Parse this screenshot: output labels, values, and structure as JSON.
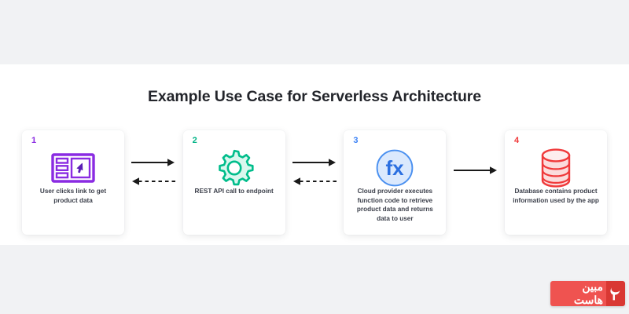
{
  "page": {
    "background_top": "#f1f2f4",
    "background_canvas": "#ffffff",
    "background_bottom": "#f1f2f4"
  },
  "title": "Example Use Case for Serverless Architecture",
  "steps": [
    {
      "number": "1",
      "icon": "browser-window-cursor-icon",
      "color": "#8a2be2",
      "text": "User clicks link to get product data"
    },
    {
      "number": "2",
      "icon": "gear-icon",
      "color": "#00c08b",
      "text": "REST API call to endpoint"
    },
    {
      "number": "3",
      "icon": "function-fx-circle-icon",
      "color": "#3b82f6",
      "text": "Cloud provider executes function code to retrieve product data and returns data to user",
      "icon_label": "fx"
    },
    {
      "number": "4",
      "icon": "database-cylinder-icon",
      "color": "#f0393a",
      "text": "Database contains product information used by the app"
    }
  ],
  "connectors": [
    {
      "forward": "solid-right-arrow",
      "backward": "dashed-left-arrow"
    },
    {
      "forward": "solid-right-arrow",
      "backward": "dashed-left-arrow"
    },
    {
      "forward": "solid-right-arrow",
      "backward": null
    }
  ],
  "watermark": {
    "text": "مبین هاست",
    "icon": "bird-logo-icon",
    "color_primary": "#ef5350",
    "color_secondary": "#d93833"
  }
}
